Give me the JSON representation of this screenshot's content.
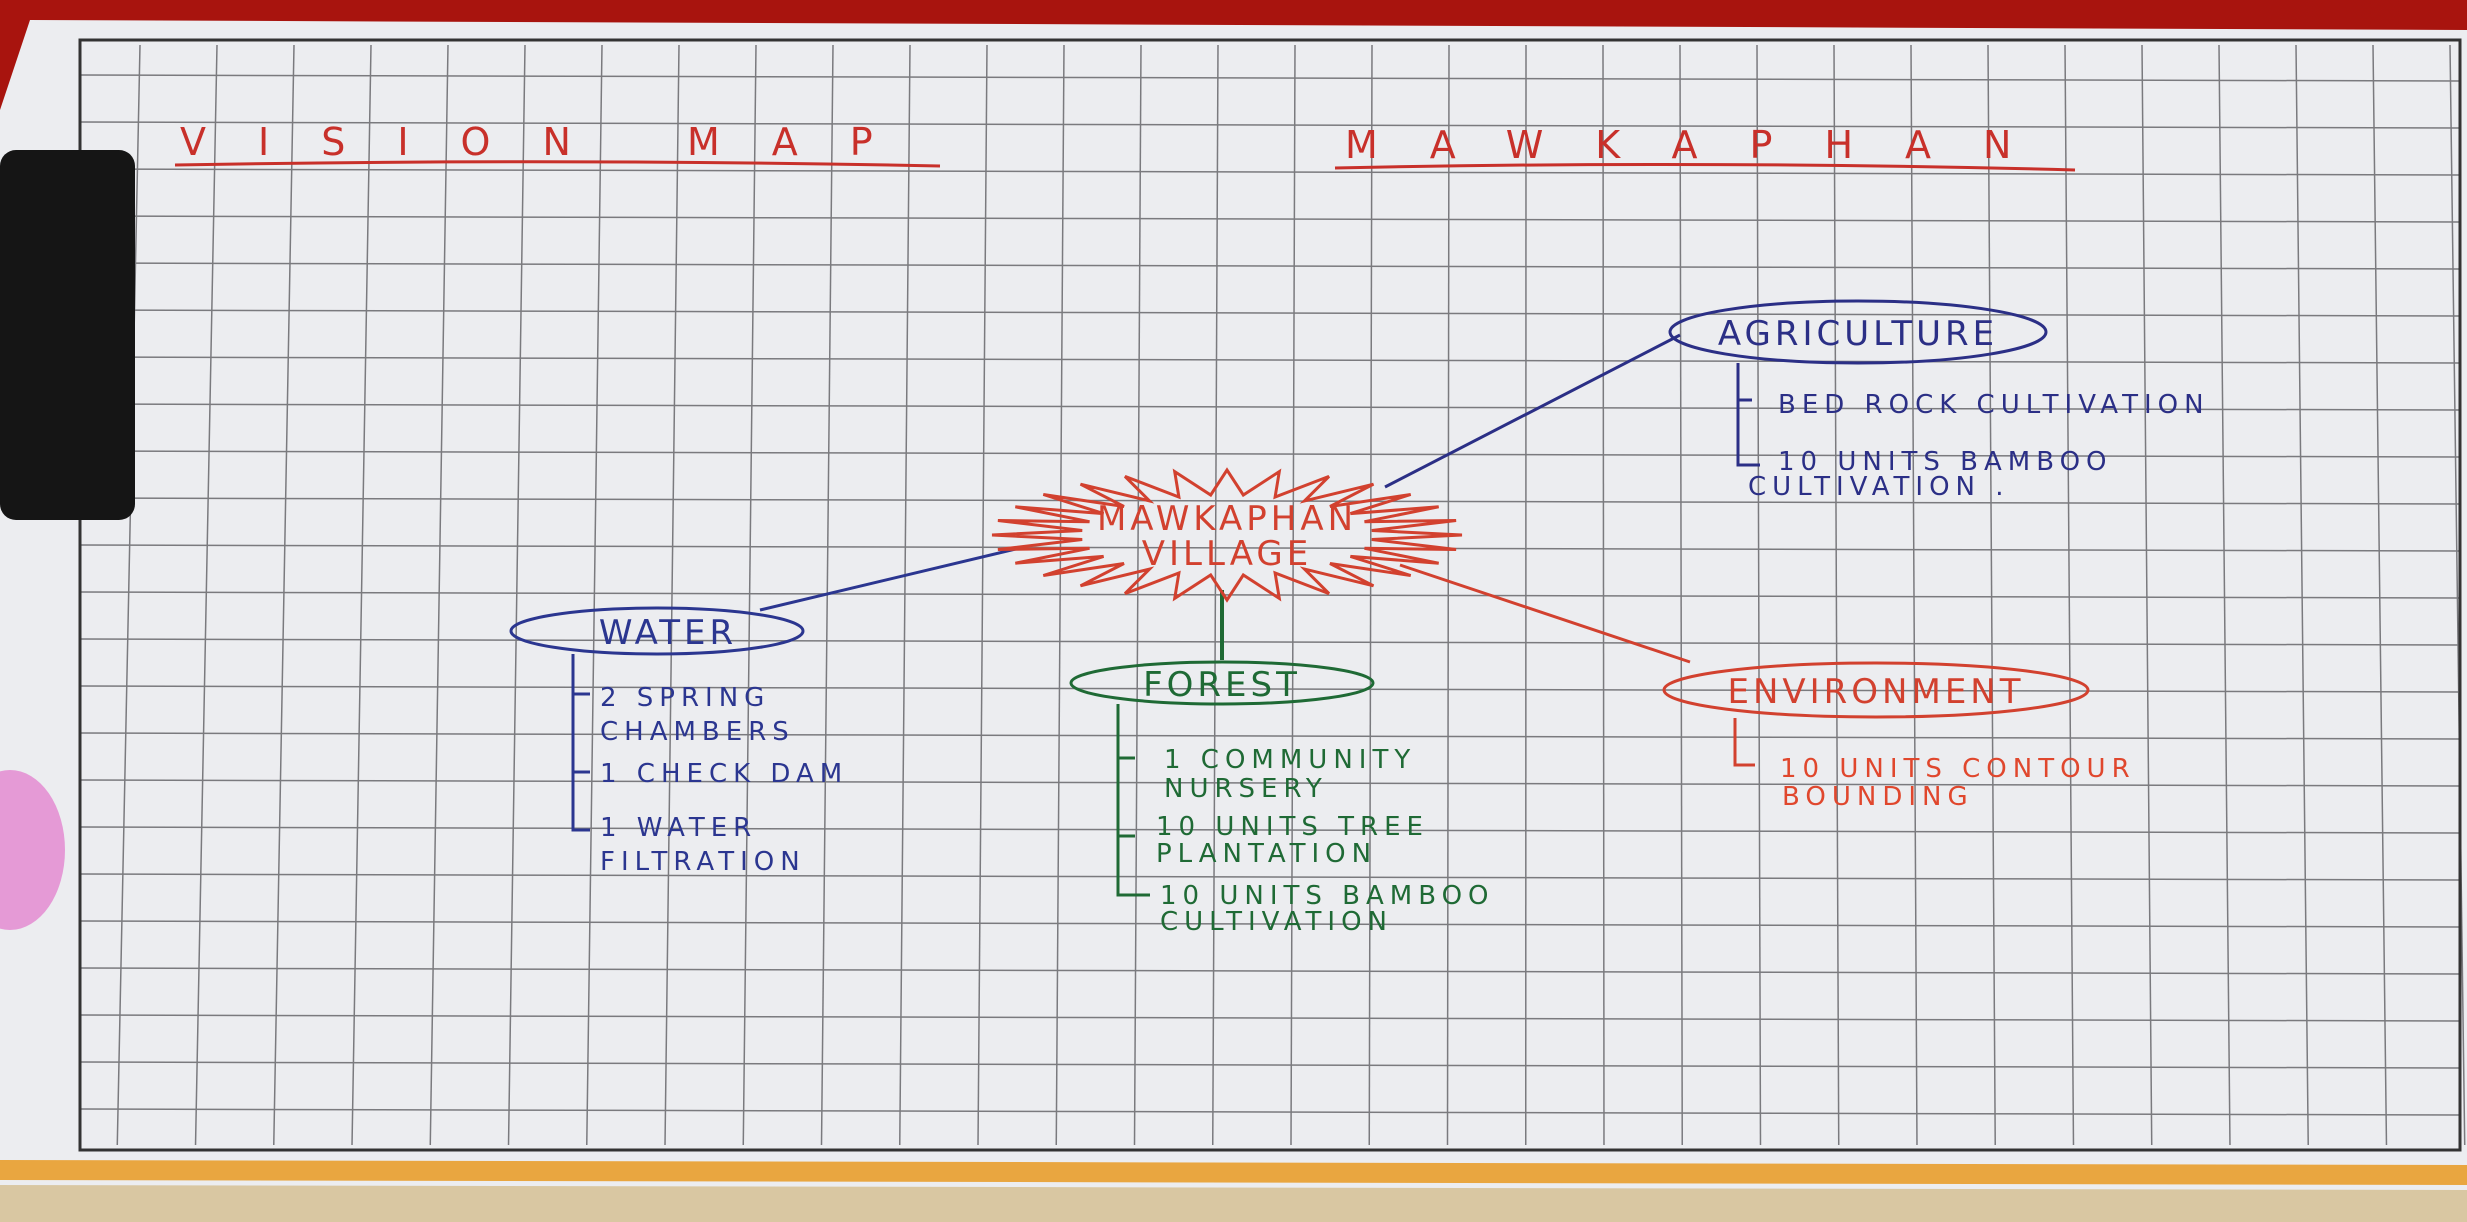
{
  "title_left": "VISION MAP",
  "title_right": "MAWKAPHAN",
  "center": {
    "line1": "MAWKAPHAN",
    "line2": "VILLAGE"
  },
  "nodes": {
    "agriculture": {
      "label": "AGRICULTURE",
      "items": [
        [
          "BED ROCK CULTIVATION"
        ],
        [
          "10 UNITS BAMBOO",
          "CULTIVATION ."
        ]
      ]
    },
    "water": {
      "label": "WATER",
      "items": [
        [
          "2 SPRING",
          "CHAMBERS"
        ],
        [
          "1 CHECK DAM"
        ],
        [
          "1 WATER",
          "FILTRATION"
        ]
      ]
    },
    "forest": {
      "label": "FOREST",
      "items": [
        [
          "1 COMMUNITY",
          "NURSERY"
        ],
        [
          "10 UNITS TREE",
          "PLANTATION"
        ],
        [
          "10 UNITS BAMBOO",
          "CULTIVATION"
        ]
      ]
    },
    "environment": {
      "label": "ENVIRONMENT",
      "items": [
        [
          "10 UNITS CONTOUR",
          "BOUNDING"
        ]
      ]
    }
  },
  "colors": {
    "red": "#d2412f",
    "blue": "#2b2f86",
    "green": "#1f6a35",
    "grid": "#6f6f72",
    "paper": "#ecedf0"
  }
}
